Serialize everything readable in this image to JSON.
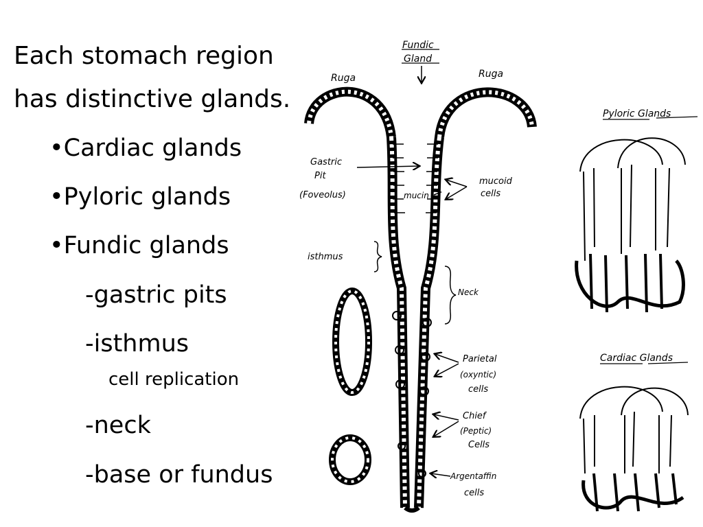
{
  "slide": {
    "heading_line1": "Each stomach region",
    "heading_line2": "has distinctive glands.",
    "bullets": [
      "•Cardiac glands",
      "•Pyloric glands",
      "•Fundic glands"
    ],
    "sub_items": [
      "-gastric pits",
      "-isthmus",
      "-neck",
      "-base or fundus"
    ],
    "isthmus_note": "cell replication"
  },
  "diagram": {
    "labels": {
      "fundic_gland": [
        "Fundic",
        "Gland"
      ],
      "ruga_left": "Ruga",
      "ruga_right": "Ruga",
      "gastric_pit": [
        "Gastric",
        "Pit",
        "(Foveolus)"
      ],
      "mucin": "mucin",
      "mucoid_cells": [
        "mucoid",
        "cells"
      ],
      "isthmus": "isthmus",
      "neck": "Neck",
      "parietal_cells": [
        "Parietal",
        "(oxyntic)",
        "cells"
      ],
      "chief_cells": [
        "Chief",
        "(Peptic)",
        "Cells"
      ],
      "argentaffin_cells": [
        "Argentaffin",
        "cells"
      ],
      "pyloric_glands": "Pyloric Glands",
      "cardiac_glands": "Cardiac Glands"
    }
  }
}
